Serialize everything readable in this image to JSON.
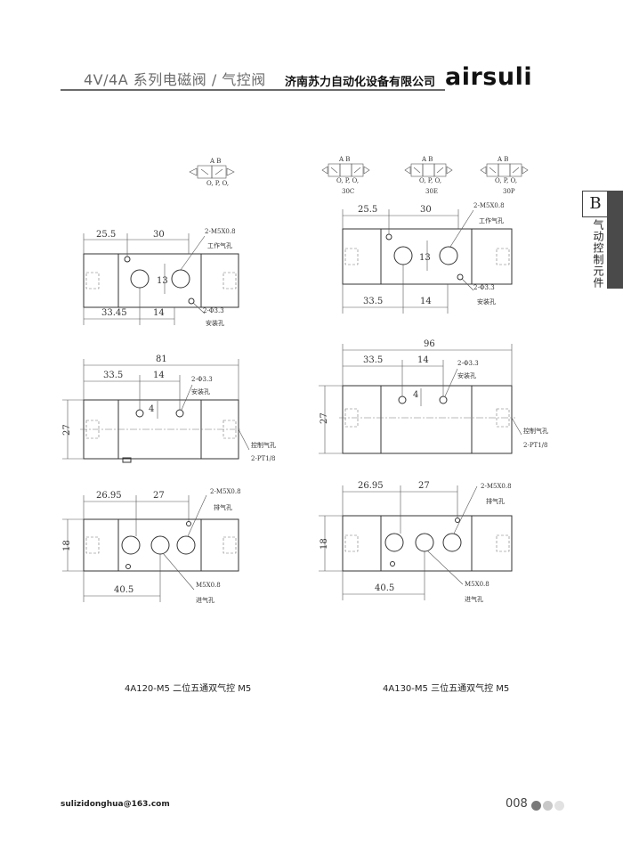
{
  "header": {
    "series_title": "4V/4A 系列电磁阀 / 气控阀",
    "company": "济南苏力自动化设备有限公司",
    "brand": "airsuli"
  },
  "side_tab": {
    "letter": "B",
    "text": "气动控制元件"
  },
  "symbols": {
    "port_label_top": "A  B",
    "port_label_bottom": "O, P, O,",
    "variants": [
      "30C",
      "30E",
      "30P"
    ]
  },
  "left_valve": {
    "top_view": {
      "dim_a": "25.5",
      "dim_b": "30",
      "dim_bottom_a": "33.45",
      "dim_bottom_b": "14",
      "dim_vert": "13",
      "note_work_spec": "2-M5X0.8",
      "note_work": "工作气孔",
      "note_mount_spec": "2-Φ3.3",
      "note_mount": "安装孔"
    },
    "side_view": {
      "dim_total": "81",
      "dim_a": "33.5",
      "dim_b": "14",
      "dim_vert": "4",
      "dim_height": "27",
      "note_mount_spec": "2-Φ3.3",
      "note_mount": "安装孔",
      "note_ctrl": "控制气孔",
      "note_ctrl_spec": "2-PT1/8"
    },
    "bottom_view": {
      "dim_a": "26.95",
      "dim_b": "27",
      "dim_height": "18",
      "dim_bottom": "40.5",
      "note_exhaust_spec": "2-M5X0.8",
      "note_exhaust": "排气孔",
      "note_inlet_spec": "M5X0.8",
      "note_inlet": "进气孔"
    },
    "caption": "4A120-M5 二位五通双气控 M5"
  },
  "right_valve": {
    "top_view": {
      "dim_a": "25.5",
      "dim_b": "30",
      "dim_bottom_a": "33.5",
      "dim_bottom_b": "14",
      "dim_vert": "13",
      "note_work_spec": "2-M5X0.8",
      "note_work": "工作气孔",
      "note_mount_spec": "2-Φ3.3",
      "note_mount": "安装孔"
    },
    "side_view": {
      "dim_total": "96",
      "dim_a": "33.5",
      "dim_b": "14",
      "dim_vert": "4",
      "dim_height": "27",
      "note_mount_spec": "2-Φ3.3",
      "note_mount": "安装孔",
      "note_ctrl": "控制气孔",
      "note_ctrl_spec": "2-PT1/8"
    },
    "bottom_view": {
      "dim_a": "26.95",
      "dim_b": "27",
      "dim_height": "18",
      "dim_bottom": "40.5",
      "note_exhaust_spec": "2-M5X0.8",
      "note_exhaust": "排气孔",
      "note_inlet_spec": "M5X0.8",
      "note_inlet": "进气孔"
    },
    "caption": "4A130-M5 三位五通双气控 M5"
  },
  "footer": {
    "email": "sulizidonghua@163.com",
    "page": "008"
  }
}
